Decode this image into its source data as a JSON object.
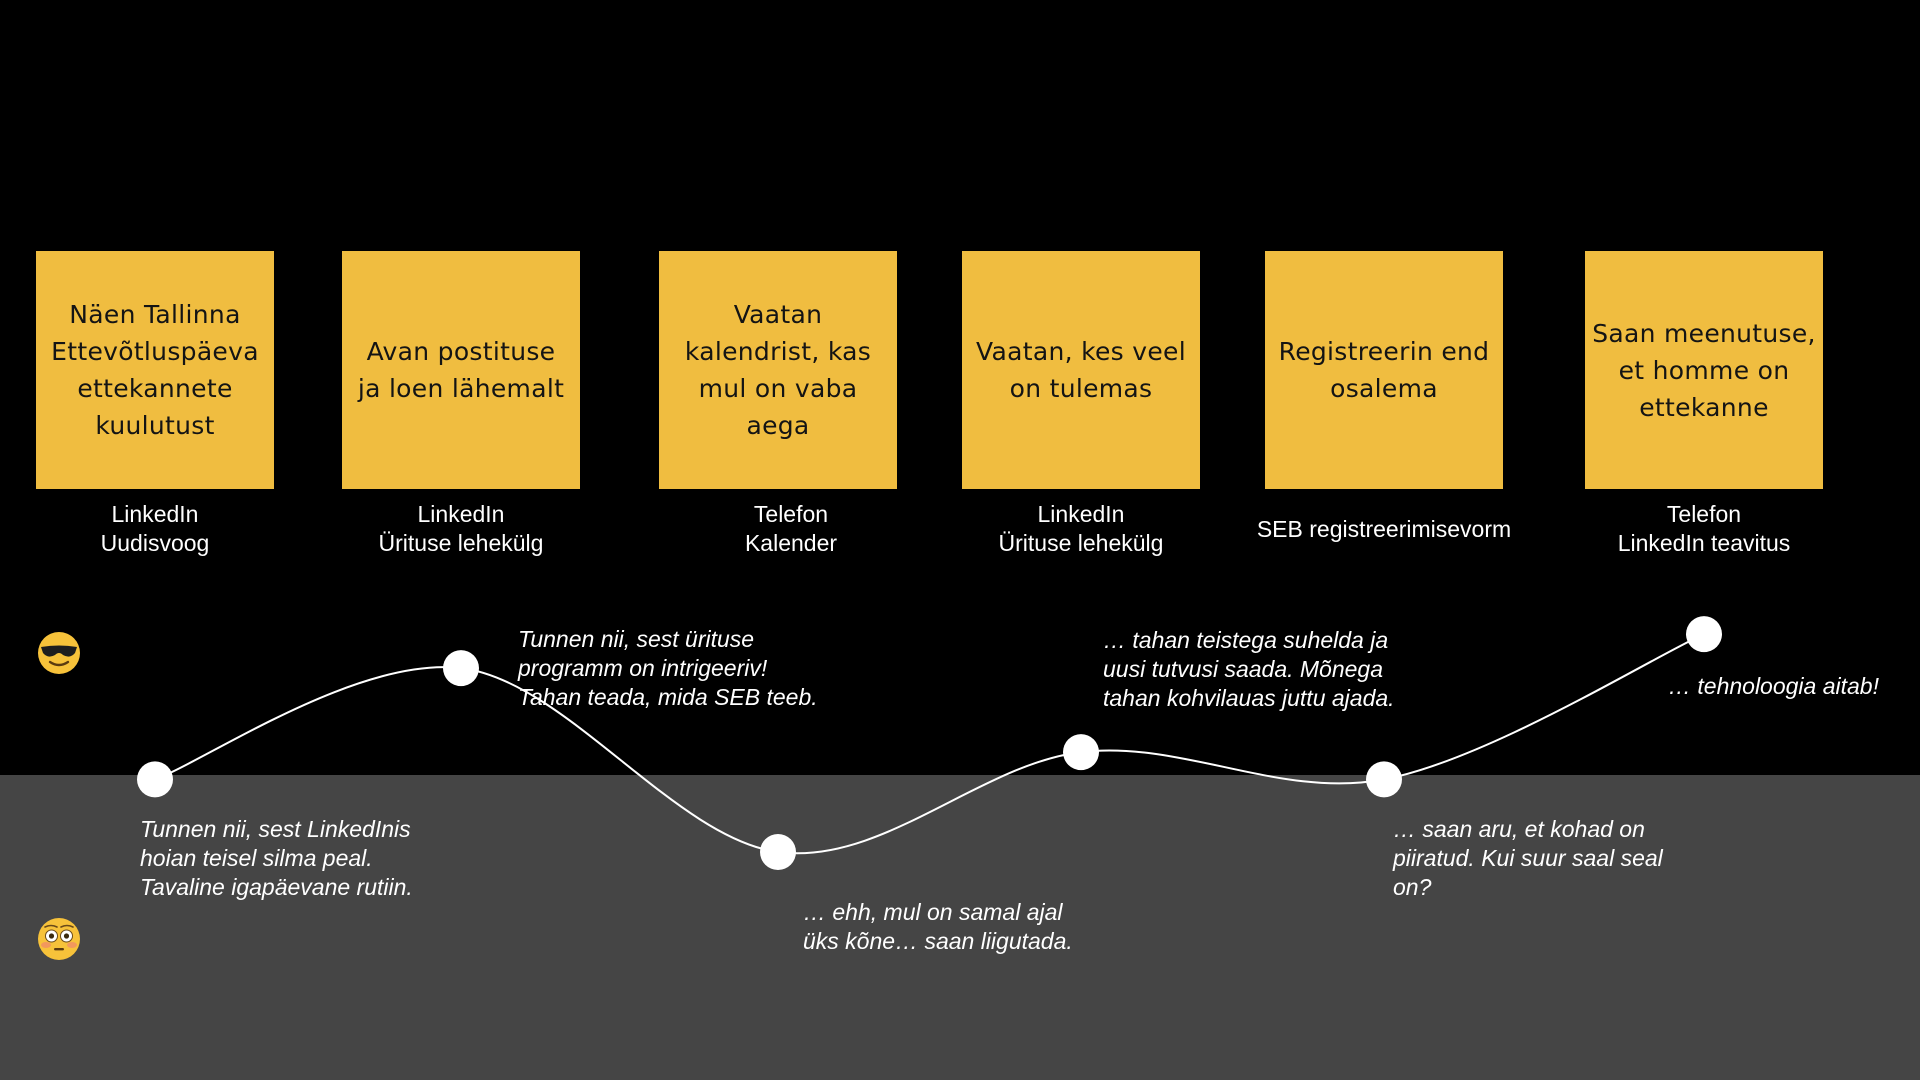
{
  "steps": [
    {
      "card_lines": [
        "Näen Tallinna",
        "Ettevõtluspäeva",
        "ettekannete",
        "kuulutust"
      ],
      "channel_lines": [
        "LinkedIn",
        "Uudisvoog"
      ],
      "feeling": [
        "Tunnen nii, sest LinkedInis",
        "hoian teisel silma peal.",
        "Tavaline igapäevane rutiin."
      ],
      "feeling_side": "below"
    },
    {
      "card_lines": [
        "Avan postituse",
        "ja loen lähemalt"
      ],
      "channel_lines": [
        "LinkedIn",
        "Ürituse lehekülg"
      ],
      "feeling": [
        "Tunnen nii, sest ürituse",
        "programm on intrigeeriv!",
        "Tahan teada, mida SEB teeb."
      ],
      "feeling_side": "above"
    },
    {
      "card_lines": [
        "Vaatan",
        "kalendrist, kas",
        "mul on vaba",
        "aega"
      ],
      "channel_lines": [
        "Telefon",
        "Kalender"
      ],
      "feeling": [
        "… ehh, mul on samal ajal",
        "üks kõne… saan liigutada."
      ],
      "feeling_side": "below"
    },
    {
      "card_lines": [
        "Vaatan, kes veel",
        "on tulemas"
      ],
      "channel_lines": [
        "LinkedIn",
        "Ürituse lehekülg"
      ],
      "feeling": [
        "… tahan teistega suhelda ja",
        "uusi tutvusi saada. Mõnega",
        "tahan kohvilauas juttu ajada."
      ],
      "feeling_side": "above"
    },
    {
      "card_lines": [
        "Registreerin end",
        "osalema"
      ],
      "channel_lines": [
        "SEB registreerimisevorm"
      ],
      "feeling": [
        "… saan aru, et kohad on",
        "piiratud. Kui suur saal seal",
        "on?"
      ],
      "feeling_side": "below"
    },
    {
      "card_lines": [
        "Saan meenutuse,",
        "et homme on",
        "ettekanne"
      ],
      "channel_lines": [
        "Telefon",
        "LinkedIn teavitus"
      ],
      "feeling": [
        "… tehnoloogia aitab!"
      ],
      "feeling_side": "above"
    }
  ],
  "emotion_scale": {
    "top_icon": "smiling-face-with-sunglasses-icon",
    "bottom_icon": "flushed-face-icon"
  },
  "emotion_levels": [
    0.32,
    0.81,
    0.0,
    0.44,
    0.32,
    0.96
  ],
  "colors": {
    "background": "#000000",
    "negative_zone": "#454545",
    "sticky_note": "#F0BD40",
    "sticky_text": "#141414",
    "text": "#FFFFFF",
    "curve": "#FFFFFF",
    "emoji_face": "#F7C23A"
  }
}
